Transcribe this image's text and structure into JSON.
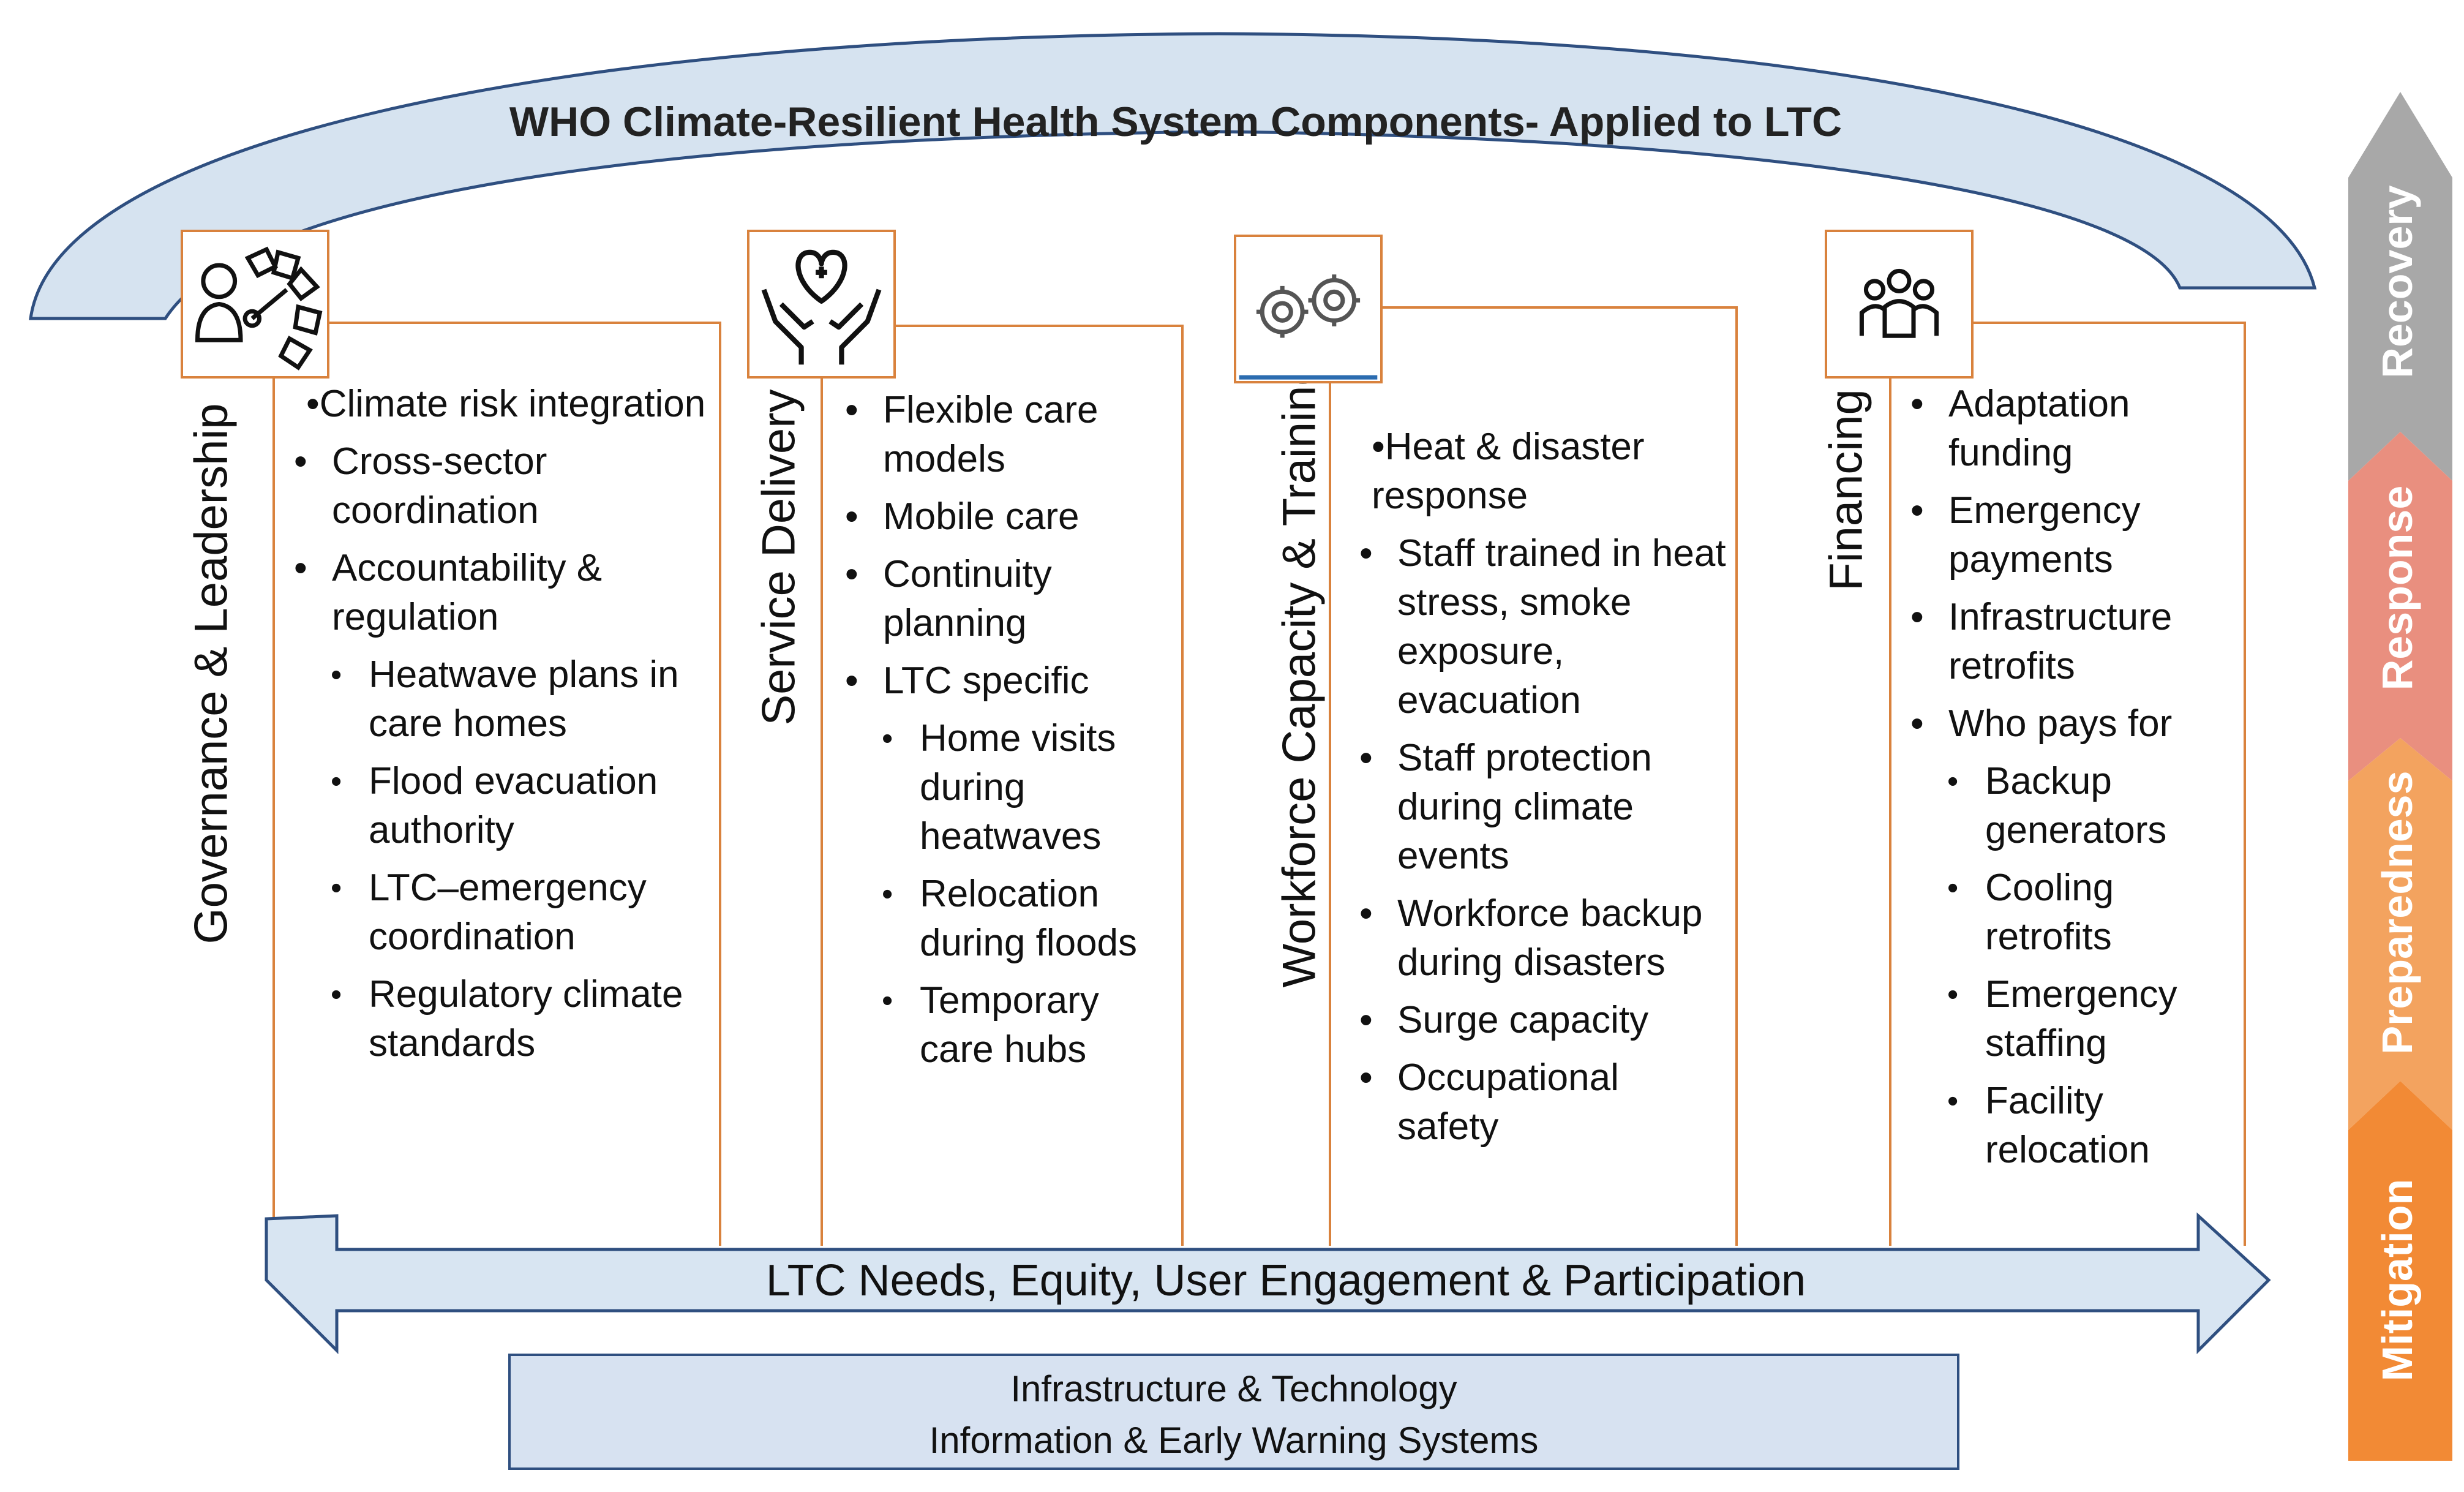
{
  "title": "WHO Climate-Resilient Health System Components- Applied to LTC",
  "pillars": [
    {
      "label": "Governance & Leadership",
      "icon": "leadership-gauge-icon",
      "items": [
        {
          "text": "•Climate risk integration",
          "level": 0
        },
        {
          "text": "Cross-sector coordination",
          "level": 1
        },
        {
          "text": "Accountability & regulation",
          "level": 1
        },
        {
          "text": "Heatwave plans in care homes",
          "level": 2
        },
        {
          "text": "Flood evacuation authority",
          "level": 2
        },
        {
          "text": "LTC–emergency coordination",
          "level": 2
        },
        {
          "text": "Regulatory climate standards",
          "level": 2
        }
      ]
    },
    {
      "label": "Service Delivery",
      "icon": "hands-heart-icon",
      "items": [
        {
          "text": "Flexible care models",
          "level": 1
        },
        {
          "text": "Mobile care",
          "level": 1
        },
        {
          "text": "Continuity planning",
          "level": 1
        },
        {
          "text": "LTC specific",
          "level": 1
        },
        {
          "text": "Home visits during heatwaves",
          "level": 2
        },
        {
          "text": "Relocation during floods",
          "level": 2
        },
        {
          "text": "Temporary care hubs",
          "level": 2
        }
      ]
    },
    {
      "label": "Workforce Capacity & Training",
      "icon": "gears-people-icon",
      "items": [
        {
          "text": "•Heat & disaster response",
          "level": 0
        },
        {
          "text": "Staff trained in heat stress, smoke exposure, evacuation",
          "level": 1
        },
        {
          "text": "Staff protection during climate events",
          "level": 1
        },
        {
          "text": "Workforce backup during disasters",
          "level": 1
        },
        {
          "text": "Surge capacity",
          "level": 1
        },
        {
          "text": "Occupational safety",
          "level": 1
        }
      ]
    },
    {
      "label": "Financing",
      "icon": "group-people-icon",
      "items": [
        {
          "text": "Adaptation funding",
          "level": 1
        },
        {
          "text": "Emergency payments",
          "level": 1
        },
        {
          "text": "Infrastructure retrofits",
          "level": 1
        },
        {
          "text": "Who pays for",
          "level": 1
        },
        {
          "text": "Backup generators",
          "level": 2
        },
        {
          "text": "Cooling retrofits",
          "level": 2
        },
        {
          "text": "Emergency staffing",
          "level": 2
        },
        {
          "text": "Facility relocation",
          "level": 2
        }
      ]
    }
  ],
  "base_arrow": "LTC Needs, Equity, User Engagement & Participation",
  "infrastructure": {
    "line1": "Infrastructure & Technology",
    "line2": "Information & Early Warning Systems"
  },
  "phases": [
    {
      "label": "Recovery",
      "color": "#a8a8a8"
    },
    {
      "label": "Response",
      "color": "#e98f7f"
    },
    {
      "label": "Preparedness",
      "color": "#f3a35f"
    },
    {
      "label": "Mitigation",
      "color": "#f28a35"
    }
  ],
  "colors": {
    "panel_border": "#d9823d",
    "arc_fill": "#d6e3f0",
    "arc_stroke": "#2f4f80",
    "arrow_fill": "#d8e5f2"
  }
}
